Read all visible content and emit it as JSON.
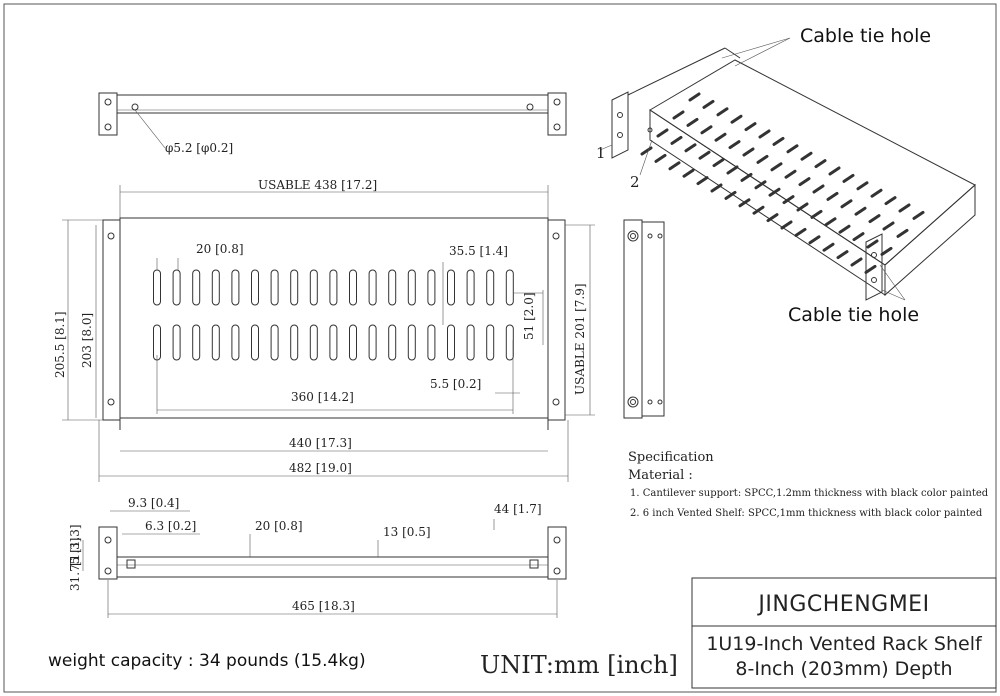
{
  "dimensions": {
    "hole_diameter": "φ5.2 [φ0.2]",
    "usable_width": "USABLE 438 [17.2]",
    "slot_width": "20 [0.8]",
    "slot_pitch": "35.5 [1.4]",
    "slot_length": "51 [2.0]",
    "depth_outer": "205.5 [8.1]",
    "depth_inner": "203 [8.0]",
    "usable_depth": "USABLE 201 [7.9]",
    "vent_span": "360 [14.2]",
    "slot_gap": "5.5 [0.2]",
    "width_inner": "440 [17.3]",
    "width_outer": "482 [19.0]",
    "front_ear_offset": "9.3 [0.4]",
    "hole_offset": "6.3 [0.2]",
    "front_slot": "20 [0.8]",
    "front_gap": "13 [0.5]",
    "front_height": "44 [1.7]",
    "hole_spacing": "31.75 [1.3]",
    "front_width": "465 [18.3]"
  },
  "callouts": {
    "top": "Cable tie hole",
    "bottom": "Cable tie hole",
    "part_1": "1",
    "part_2": "2"
  },
  "specification": {
    "heading": "Specification",
    "material_label": "Material :",
    "items": [
      "1.  Cantilever support: SPCC,1.2mm thickness with black color painted",
      "2.  6 inch Vented Shelf: SPCC,1mm thickness with black color painted"
    ]
  },
  "title_block": {
    "brand": "JINGCHENGMEI",
    "line1": "1U19-Inch Vented Rack Shelf",
    "line2": "8-Inch (203mm) Depth"
  },
  "unit": "UNIT:mm [inch]",
  "weight_capacity": "weight capacity : 34 pounds (15.4kg)"
}
